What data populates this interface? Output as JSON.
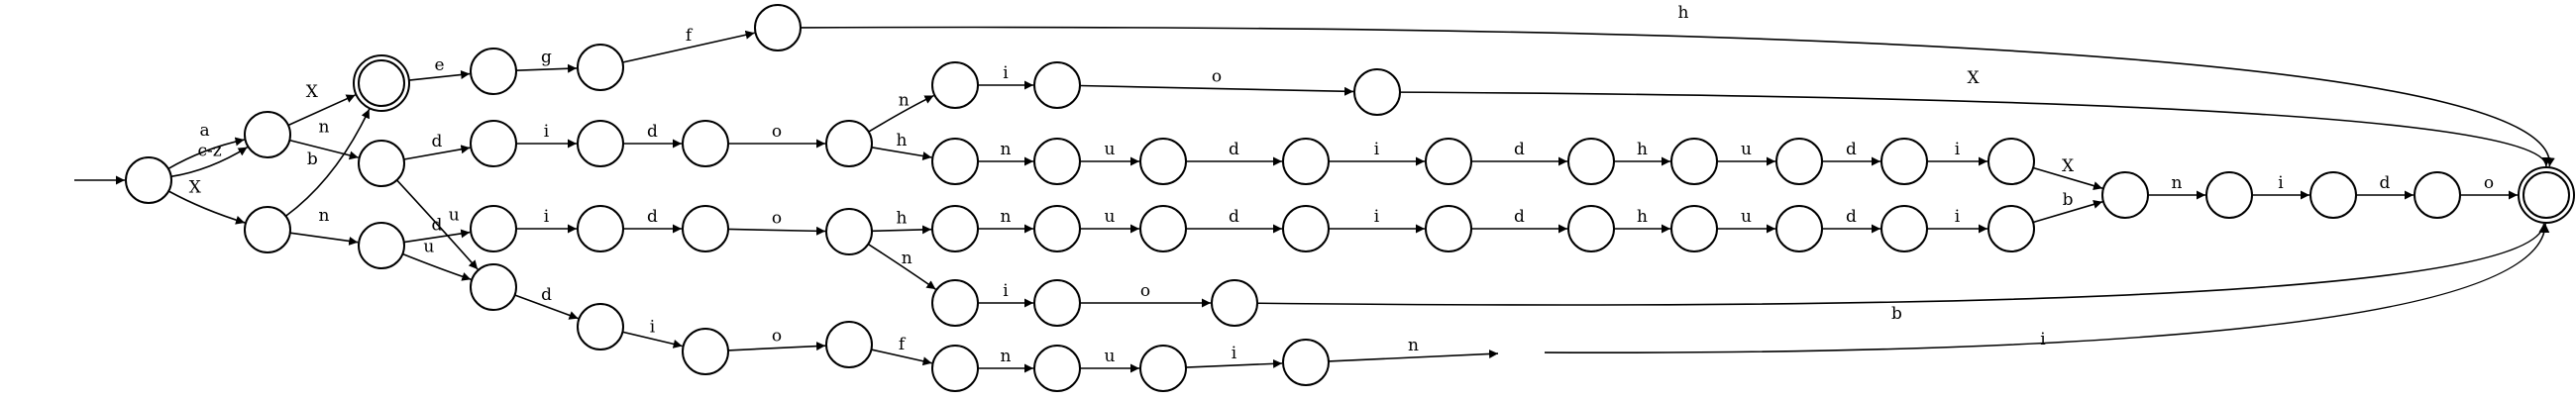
{
  "diagram": {
    "type": "finite-state-automaton",
    "colors": {
      "stroke": "#000000",
      "fill": "#ffffff"
    },
    "states": [
      {
        "id": "start",
        "initial": true
      },
      {
        "id": "s1"
      },
      {
        "id": "s2"
      },
      {
        "id": "acc1",
        "accepting": true
      },
      {
        "id": "e1"
      },
      {
        "id": "e2"
      },
      {
        "id": "e3"
      },
      {
        "id": "n1"
      },
      {
        "id": "n2"
      },
      {
        "id": "d1"
      },
      {
        "id": "d2"
      },
      {
        "id": "d3"
      },
      {
        "id": "o1"
      },
      {
        "id": "o2"
      },
      {
        "id": "u1"
      },
      {
        "id": "u2"
      },
      {
        "id": "u3"
      },
      {
        "id": "u4"
      },
      {
        "id": "u5"
      },
      {
        "id": "u6"
      },
      {
        "id": "u7"
      },
      {
        "id": "u8"
      },
      {
        "id": "u9"
      },
      {
        "id": "u10"
      },
      {
        "id": "u11"
      },
      {
        "id": "u12"
      },
      {
        "id": "merge"
      },
      {
        "id": "m1"
      },
      {
        "id": "m2"
      },
      {
        "id": "m3"
      },
      {
        "id": "final",
        "accepting": true
      },
      {
        "id": "l1"
      },
      {
        "id": "l2"
      },
      {
        "id": "l3"
      },
      {
        "id": "l4"
      },
      {
        "id": "l5"
      },
      {
        "id": "l6"
      },
      {
        "id": "l7"
      },
      {
        "id": "l8"
      },
      {
        "id": "l9"
      },
      {
        "id": "l10"
      },
      {
        "id": "l11"
      },
      {
        "id": "l12"
      },
      {
        "id": "l13"
      },
      {
        "id": "p1"
      },
      {
        "id": "p2"
      },
      {
        "id": "p3"
      },
      {
        "id": "b1"
      },
      {
        "id": "b2"
      },
      {
        "id": "b3"
      },
      {
        "id": "b4"
      },
      {
        "id": "b5"
      },
      {
        "id": "b6"
      },
      {
        "id": "b7"
      },
      {
        "id": "b8"
      },
      {
        "id": "b9"
      }
    ],
    "transitions": [
      {
        "from": "start",
        "to": "s1",
        "label": "a"
      },
      {
        "from": "start",
        "to": "s1",
        "label": "c-z"
      },
      {
        "from": "start",
        "to": "s2",
        "label": "X"
      },
      {
        "from": "s1",
        "to": "acc1",
        "label": "X"
      },
      {
        "from": "s2",
        "to": "acc1",
        "label": "b"
      },
      {
        "from": "s1",
        "to": "n1",
        "label": "n"
      },
      {
        "from": "s2",
        "to": "n2",
        "label": "n"
      },
      {
        "from": "acc1",
        "to": "e1",
        "label": "e"
      },
      {
        "from": "e1",
        "to": "e2",
        "label": "g"
      },
      {
        "from": "e2",
        "to": "e3",
        "label": "f"
      },
      {
        "from": "e3",
        "to": "final",
        "label": "h"
      },
      {
        "from": "n1",
        "to": "d1",
        "label": "d"
      },
      {
        "from": "n1",
        "to": "b1",
        "label": "u"
      },
      {
        "from": "d1",
        "to": "d2",
        "label": "i"
      },
      {
        "from": "d2",
        "to": "d3",
        "label": "d"
      },
      {
        "from": "d3",
        "to": "o1",
        "label": "o"
      },
      {
        "from": "o1",
        "to": "p1",
        "label": "n"
      },
      {
        "from": "p1",
        "to": "p2",
        "label": "i"
      },
      {
        "from": "p2",
        "to": "p3",
        "label": "o"
      },
      {
        "from": "p3",
        "to": "final",
        "label": "X"
      },
      {
        "from": "o1",
        "to": "u1",
        "label": "h"
      },
      {
        "from": "u1",
        "to": "u2",
        "label": "n"
      },
      {
        "from": "u2",
        "to": "u3",
        "label": "u"
      },
      {
        "from": "u3",
        "to": "u4",
        "label": "d"
      },
      {
        "from": "u4",
        "to": "u5",
        "label": "i"
      },
      {
        "from": "u5",
        "to": "u6",
        "label": "d"
      },
      {
        "from": "u6",
        "to": "u7",
        "label": "h"
      },
      {
        "from": "u7",
        "to": "u8",
        "label": "u"
      },
      {
        "from": "u8",
        "to": "u9",
        "label": "d"
      },
      {
        "from": "u9",
        "to": "u10",
        "label": "i"
      },
      {
        "from": "u10",
        "to": "merge",
        "label": "X"
      },
      {
        "from": "merge",
        "to": "m1",
        "label": "n"
      },
      {
        "from": "m1",
        "to": "m2",
        "label": "i"
      },
      {
        "from": "m2",
        "to": "m3",
        "label": "d"
      },
      {
        "from": "m3",
        "to": "final",
        "label": "o"
      },
      {
        "from": "n2",
        "to": "l1",
        "label": "d"
      },
      {
        "from": "n2",
        "to": "b1",
        "label": "u"
      },
      {
        "from": "l1",
        "to": "l2",
        "label": "i"
      },
      {
        "from": "l2",
        "to": "l3",
        "label": "d"
      },
      {
        "from": "l3",
        "to": "o2",
        "label": "o"
      },
      {
        "from": "o2",
        "to": "l4",
        "label": "h"
      },
      {
        "from": "l4",
        "to": "l5",
        "label": "n"
      },
      {
        "from": "l5",
        "to": "l6",
        "label": "u"
      },
      {
        "from": "l6",
        "to": "l7",
        "label": "d"
      },
      {
        "from": "l7",
        "to": "l8",
        "label": "i"
      },
      {
        "from": "l8",
        "to": "l9",
        "label": "d"
      },
      {
        "from": "l9",
        "to": "l10",
        "label": "h"
      },
      {
        "from": "l10",
        "to": "l11",
        "label": "u"
      },
      {
        "from": "l11",
        "to": "l12",
        "label": "d"
      },
      {
        "from": "l12",
        "to": "l13",
        "label": "i"
      },
      {
        "from": "l13",
        "to": "merge",
        "label": "b"
      },
      {
        "from": "o2",
        "to": "b5",
        "label": "n"
      },
      {
        "from": "b5",
        "to": "b6",
        "label": "i"
      },
      {
        "from": "b6",
        "to": "b7",
        "label": "o"
      },
      {
        "from": "b7",
        "to": "final",
        "label": "b"
      },
      {
        "from": "b1",
        "to": "b2",
        "label": "d"
      },
      {
        "from": "b2",
        "to": "b3",
        "label": "i"
      },
      {
        "from": "b3",
        "to": "b4",
        "label": "o"
      },
      {
        "from": "b4",
        "to": "b8",
        "label": "f"
      },
      {
        "from": "b8",
        "to": "b9",
        "label": "n"
      },
      {
        "from": "b9",
        "to": "u11",
        "label": "u"
      },
      {
        "from": "u11",
        "to": "u12",
        "label": "i"
      },
      {
        "from": "u12",
        "to": "l14",
        "label": "n"
      },
      {
        "from": "l14",
        "to": "final",
        "label": "i"
      }
    ]
  }
}
